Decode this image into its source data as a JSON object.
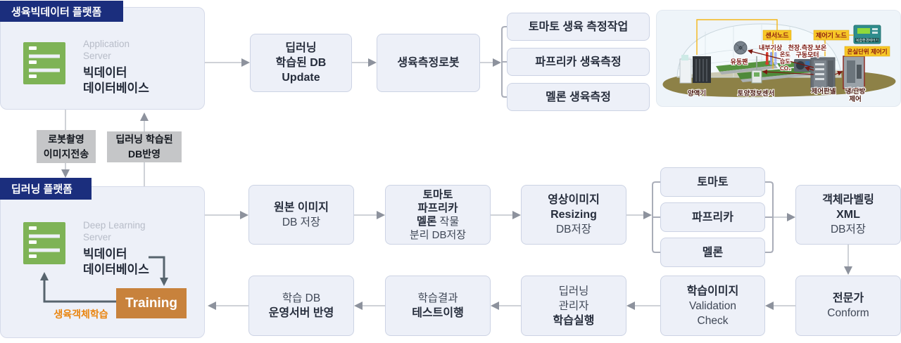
{
  "platforms": {
    "bigdata": {
      "header": "생육빅데이터 플랫폼",
      "server_type_1": "Application",
      "server_type_2": "Server",
      "server_name_1": "빅데이터",
      "server_name_2": "데이터베이스"
    },
    "deep": {
      "header": "딥러닝 플랫폼",
      "server_type_1": "Deep Learning",
      "server_type_2": "Server",
      "server_name_1": "빅데이터",
      "server_name_2": "데이터베이스",
      "training_label": "Training",
      "training_caption": "생육객체학습"
    }
  },
  "transfer_labels": {
    "robot_upload_1": "로봇촬영",
    "robot_upload_2": "이미지전송",
    "db_reflect_1": "딥러닝 학습된",
    "db_reflect_2": "DB반영"
  },
  "top_flow": {
    "db_update": {
      "l1": "딥러닝",
      "l2": "학습된 DB",
      "l3": "Update"
    },
    "robot": {
      "l1": "생육측정로봇"
    }
  },
  "measure_tasks": {
    "t1": "토마토 생육 측정작업",
    "t2": "파프리카 생육측정",
    "t3": "멜론 생육측정"
  },
  "mid_flow": {
    "original": {
      "l1": "원본 이미지",
      "l2": "DB 저장"
    },
    "separate": {
      "l1": "토마토",
      "l2": "파프리카",
      "l3a": "멜론",
      "l3b": " 작물",
      "l4": "분리 DB저장"
    },
    "resizing": {
      "l1": "영상이미지",
      "l2": "Resizing",
      "l3": "DB저장"
    },
    "labeling": {
      "l1": "객체라벨링",
      "l2": "XML",
      "l3": "DB저장"
    }
  },
  "crops": {
    "c1": "토마토",
    "c2": "파프리카",
    "c3": "멜론"
  },
  "bottom_flow": {
    "deploy": {
      "l1": "학습 DB",
      "l2": "운영서버 반영"
    },
    "test": {
      "l1": "학습결과",
      "l2": "테스트이행"
    },
    "exec": {
      "l1": "딥러닝",
      "l2": "관리자",
      "l3": "학습실행"
    },
    "validation": {
      "l1": "학습이미지",
      "l2": "Validation",
      "l3": "Check"
    },
    "expert": {
      "l1": "전문가",
      "l2": "Conform"
    }
  },
  "greenhouse": {
    "sensor_node": "센서노드",
    "controller_node": "제어기 노드",
    "unit_controller": "온실단위 제어기",
    "device_label": "복합환경제어기",
    "indoor_weather": "내부기상",
    "motor_1": "천장.측장.보온",
    "motor_2": "구동모터",
    "temp": "온도",
    "humidity": "습도",
    "co2": "CO₂",
    "fan": "유동팬",
    "nutrient": "양액기",
    "soil_sensor": "토양정보센서",
    "control_panel": "제어판넬",
    "hvac_1": "냉/난방",
    "hvac_2": "제어"
  },
  "colors": {
    "navy": "#1b2e7d",
    "node_fill": "#edf0f8",
    "node_border": "#ccd3e4",
    "gray_box": "#c5c6c8",
    "green_icon": "#7eb356",
    "training_orange": "#c8823c",
    "orange_text": "#ea850f",
    "wire": "#cfd2d7",
    "arrowhead": "#8d929d",
    "dark_arrow": "#57646e",
    "yellow_label": "#f7c727",
    "maroon_text": "#7a1710"
  }
}
